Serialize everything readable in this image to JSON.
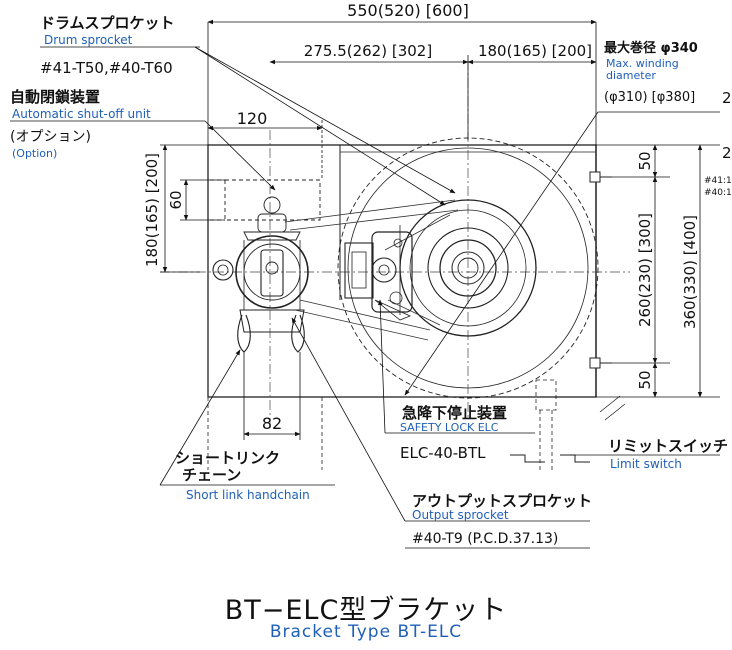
{
  "dimensions": {
    "overall_width": "550(520) [600]",
    "left_span": "275.5(262) [302]",
    "right_span": "180(165) [200]",
    "unit_width": "120",
    "unit_height": "60",
    "left_height": "180(165) [200]",
    "lower_width": "82",
    "center_height": "260(230) [300]",
    "overall_height": "360(330) [400]",
    "top_offset": "50",
    "bottom_offset": "50",
    "cut_right_1": "2",
    "cut_right_2": "2",
    "cut_right_3": "#41:1",
    "cut_right_4": "#40:1"
  },
  "callouts": {
    "drum_sprocket": {
      "jp": "ドラムスプロケット",
      "en": "Drum sprocket",
      "spec": "#41-T50,#40-T60"
    },
    "shutoff_unit": {
      "jp": "自動閉鎖装置",
      "en": "Automatic shut-off unit",
      "jp_option": "(オプション)",
      "en_option": "(Option)"
    },
    "max_winding": {
      "jp": "最大巻径 φ340",
      "en_line1": "Max. winding",
      "en_line2": "diameter",
      "spec": "(φ310) [φ380]"
    },
    "safety_lock": {
      "jp": "急降下停止装置",
      "en": "SAFETY LOCK ELC",
      "spec": "ELC-40-BTL"
    },
    "short_link": {
      "jp_line1": "ショートリンク",
      "jp_line2": "チェーン",
      "en": "Short link handchain"
    },
    "limit_switch": {
      "jp": "リミットスイッチ",
      "en": "Limit switch"
    },
    "output_sprocket": {
      "jp": "アウトプットスプロケット",
      "en": "Output sprocket",
      "spec": "#40-T9 (P.C.D.37.13)"
    }
  },
  "title": {
    "jp": "BT−ELC型ブラケット",
    "en": "Bracket Type BT-ELC"
  }
}
